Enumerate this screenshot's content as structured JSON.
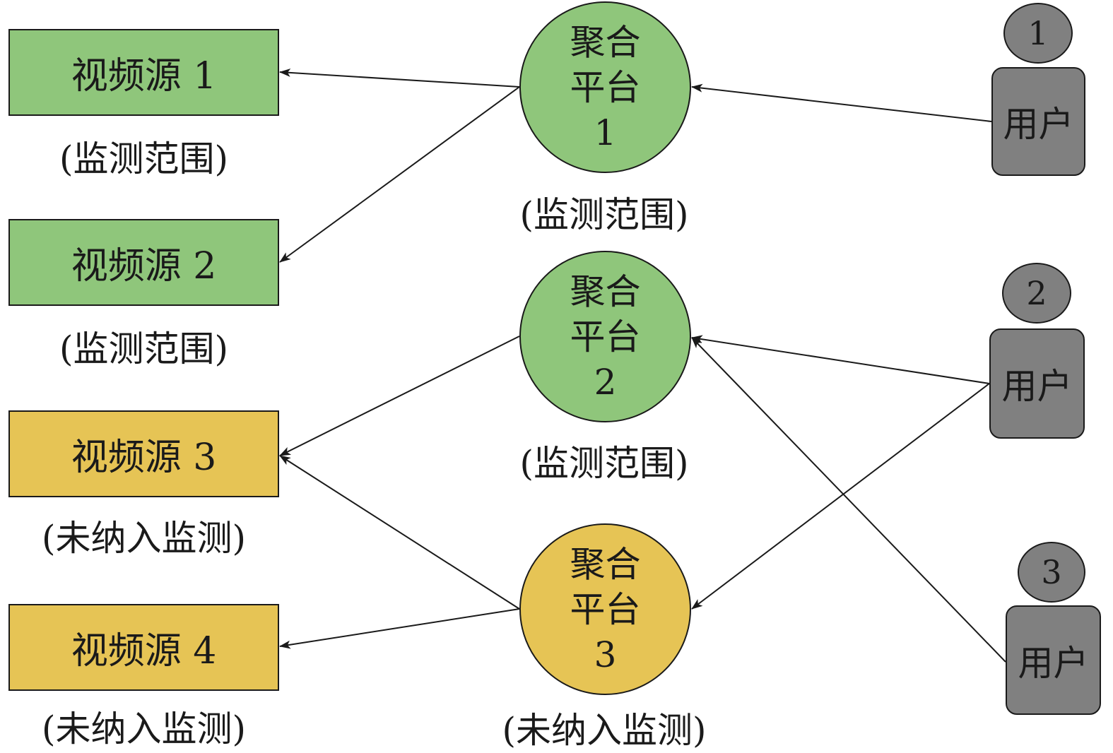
{
  "colors": {
    "monitored": "#8fc67b",
    "unmonitored": "#e6c455",
    "user": "#808080",
    "line": "#1a1a1a"
  },
  "sources": [
    {
      "label": "视频源 1",
      "status": "(监测范围)",
      "color": "#8fc67b"
    },
    {
      "label": "视频源 2",
      "status": "(监测范围)",
      "color": "#8fc67b"
    },
    {
      "label": "视频源 3",
      "status": "(未纳入监测)",
      "color": "#e6c455"
    },
    {
      "label": "视频源 4",
      "status": "(未纳入监测)",
      "color": "#e6c455"
    }
  ],
  "platforms": [
    {
      "line1": "聚合",
      "line2": "平台",
      "line3": "1",
      "status": "(监测范围)",
      "color": "#8fc67b"
    },
    {
      "line1": "聚合",
      "line2": "平台",
      "line3": "2",
      "status": "(监测范围)",
      "color": "#8fc67b"
    },
    {
      "line1": "聚合",
      "line2": "平台",
      "line3": "3",
      "status": "(未纳入监测)",
      "color": "#e6c455"
    }
  ],
  "users": [
    {
      "number": "1",
      "label": "用户"
    },
    {
      "number": "2",
      "label": "用户"
    },
    {
      "number": "3",
      "label": "用户"
    }
  ],
  "edges": [
    {
      "from": "platform-1",
      "to": "source-1"
    },
    {
      "from": "platform-1",
      "to": "source-2"
    },
    {
      "from": "platform-2",
      "to": "source-3"
    },
    {
      "from": "platform-3",
      "to": "source-3"
    },
    {
      "from": "platform-3",
      "to": "source-4"
    },
    {
      "from": "user-1",
      "to": "platform-1"
    },
    {
      "from": "user-2",
      "to": "platform-2"
    },
    {
      "from": "user-2",
      "to": "platform-3"
    },
    {
      "from": "user-3",
      "to": "platform-2"
    }
  ]
}
